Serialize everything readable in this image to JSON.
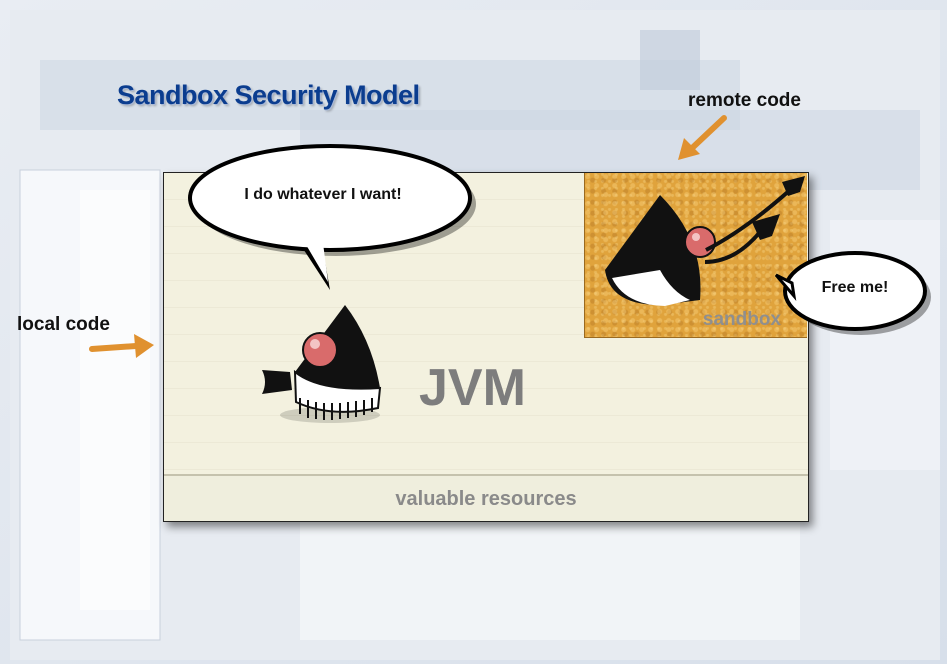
{
  "title": "Sandbox Security Model",
  "labels": {
    "remote_code": "remote code",
    "local_code": "local code",
    "jvm": "JVM",
    "sandbox": "sandbox",
    "valuable_resources": "valuable resources"
  },
  "speech": {
    "local": "I do whatever I want!",
    "remote": "Free me!"
  },
  "colors": {
    "title": "#0b3d8f",
    "arrow": "#e0912f",
    "sandbox": "#e0a33c",
    "jvm_box": "#f3f1df"
  },
  "icons": [
    "arrow-icon",
    "duke-mascot-icon",
    "speech-bubble-icon"
  ]
}
